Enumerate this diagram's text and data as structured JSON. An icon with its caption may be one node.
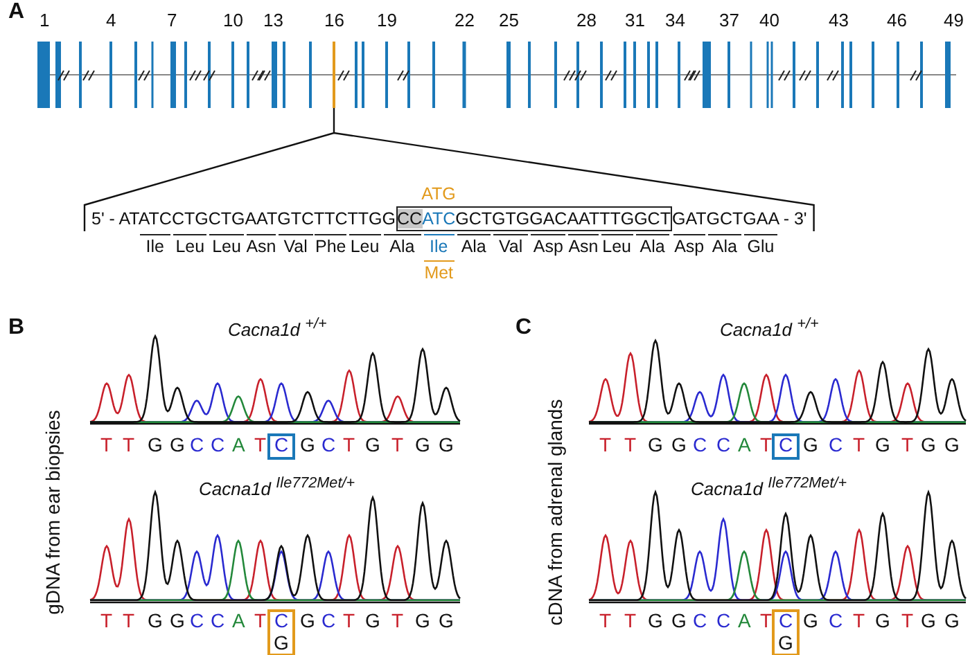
{
  "diagram": {
    "labels": [
      "A",
      "1",
      "4",
      "7",
      "10",
      "13",
      "16",
      "19",
      "22",
      "25",
      "28",
      "31",
      "34",
      "37",
      "40",
      "43",
      "46",
      "49",
      "ATG",
      "5' - ATATCCTGCTGAATGTCTTCTTGG",
      "CC",
      "ATC",
      "GCTGTGGACAATTTGGCT",
      "GATGCTGAA - 3'",
      "Ile",
      "Leu",
      "Leu",
      "Asn",
      "Val",
      "Phe",
      "Leu",
      "Ala",
      "Ile",
      "Ala",
      "Val",
      "Asp",
      "Asn",
      "Leu",
      "Ala",
      "Asp",
      "Ala",
      "Glu",
      "Met",
      "B",
      "Cacna1d $^{+/+}$",
      "T",
      "T",
      "G",
      "G",
      "C",
      "C",
      "A",
      "T",
      "C",
      "G",
      "C",
      "T",
      "G",
      "T",
      "G",
      "G",
      "Cacna1d $^{Ile772Met/+}$",
      "T",
      "T",
      "G",
      "G",
      "C",
      "C",
      "A",
      "T",
      "C",
      "G",
      "C",
      "T",
      "G",
      "T",
      "G",
      "G",
      "G",
      "gDNA from ear biopsies",
      "C",
      "Cacna1d $^{+/+}$",
      "T",
      "T",
      "G",
      "G",
      "C",
      "C",
      "A",
      "T",
      "C",
      "G",
      "C",
      "T",
      "G",
      "T",
      "G",
      "G",
      "Cacna1d $^{Ile772Met/+}$",
      "T",
      "T",
      "G",
      "G",
      "C",
      "C",
      "A",
      "T",
      "C",
      "G",
      "C",
      "T",
      "G",
      "T",
      "G",
      "G",
      "G",
      "cDNA from adrenal glands"
    ]
  }
}
